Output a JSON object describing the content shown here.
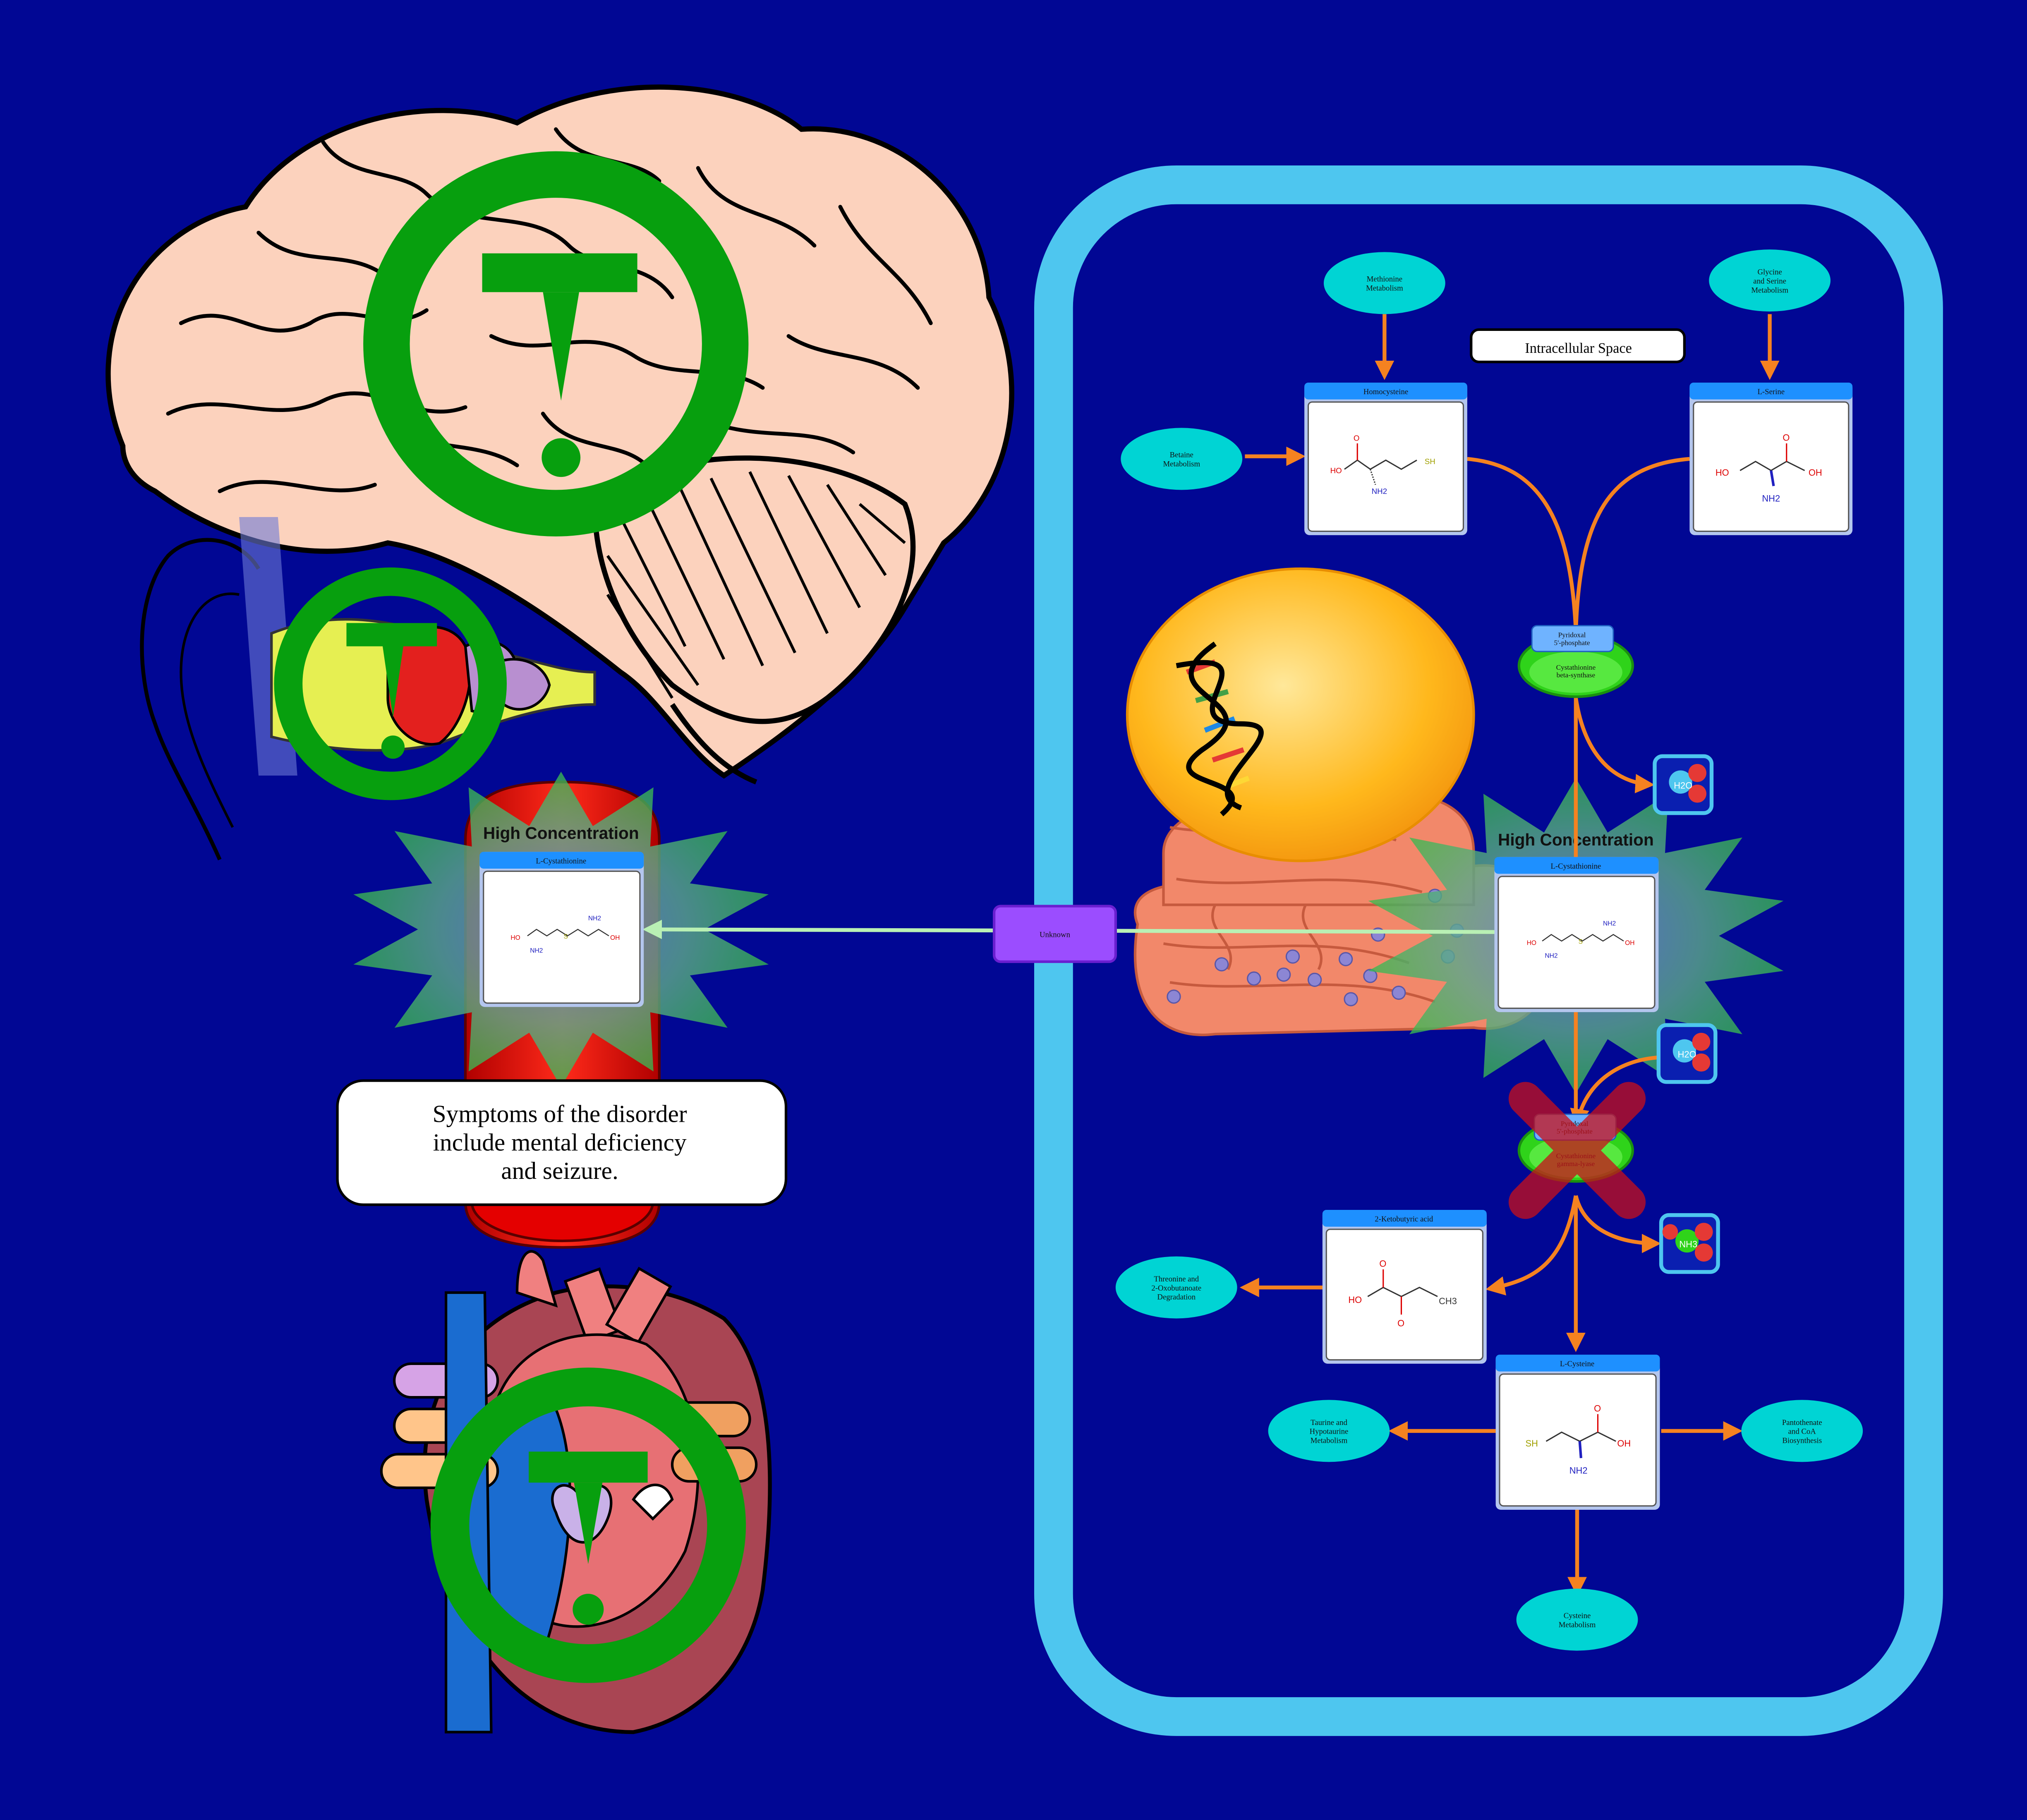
{
  "compartment": {
    "label": "Intracellular Space"
  },
  "organs": [
    "brain-icon",
    "ear-icon",
    "blood-vessel-icon",
    "heart-icon"
  ],
  "warning_icons": [
    "toxicity-warning-icon"
  ],
  "pathways": {
    "methionine": "Methionine Metabolism",
    "glycine_serine": "Glycine and Serine Metabolism",
    "betaine": "Betaine Metabolism",
    "threonine": "Threonine and 2-Oxobutanoate Degradation",
    "taurine": "Taurine and Hypotaurine Metabolism",
    "pantothenate": "Pantothenate and CoA Biosynthesis",
    "cysteine_met": "Cysteine Metabolism"
  },
  "metabolites": {
    "homocysteine": "Homocysteine",
    "serine": "L-Serine",
    "cystathionine_cell": "L-Cystathionine",
    "cystathionine_blood": "L-Cystathionine",
    "ketobutyric": "2-Ketobutyric acid",
    "cysteine": "L-Cysteine"
  },
  "enzymes": {
    "cbs": {
      "cofactor": "Pyridoxal 5'-phosphate",
      "name": "Cystathionine beta-synthase"
    },
    "cgl": {
      "cofactor": "Pyridoxal 5'-phosphate",
      "name": "Cystathionine gamma-lyase",
      "status": "deficient"
    }
  },
  "transporter": {
    "label": "Unknown"
  },
  "small_molecules": {
    "water1": "H2O",
    "water2": "H2O",
    "ammonia": "NH3"
  },
  "concentration_labels": {
    "cell": "High Concentration",
    "blood": "High Concentration"
  },
  "symptoms": {
    "line1": "Symptoms of the disorder",
    "line2": "include mental deficiency",
    "line3": "and seizure."
  },
  "atoms": {
    "oh": "OH",
    "ho": "HO",
    "o": "O",
    "nh2": "NH2",
    "sh": "SH",
    "s": "S",
    "ch3": "CH3"
  },
  "colors": {
    "background": "#010794",
    "membrane": "#4ec6ef",
    "arrow": "#f58220",
    "pathway_node": "#00d4d4",
    "metabolite_header": "#1e90ff",
    "enzyme": "#2fd31a",
    "transporter": "#9b4dff",
    "warning": "#079f0e",
    "inhibition": "#c90f1a"
  }
}
